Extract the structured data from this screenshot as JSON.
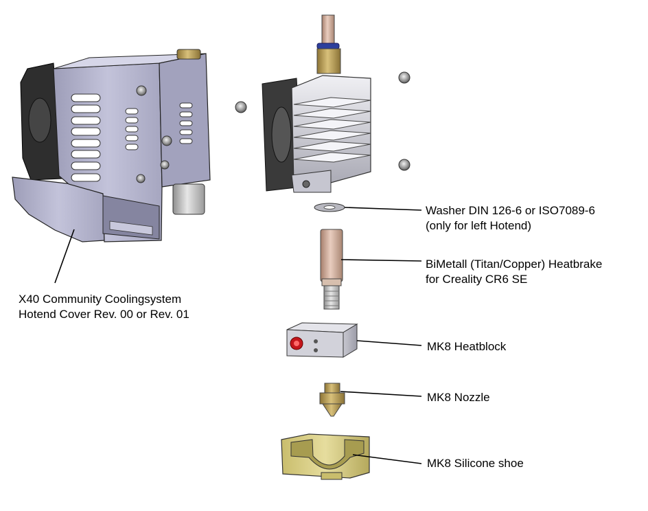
{
  "labels": {
    "cover_line1": "X40 Community Coolingsystem",
    "cover_line2": "Hotend Cover Rev. 00 or Rev. 01",
    "washer_line1": "Washer DIN 126-6 or ISO7089-6",
    "washer_line2": "(only for left Hotend)",
    "heatbrake_line1": "BiMetall (Titan/Copper) Heatbrake",
    "heatbrake_line2": "for Creality CR6 SE",
    "heatblock": "MK8 Heatblock",
    "nozzle": "MK8 Nozzle",
    "shoe": "MK8 Silicone shoe"
  },
  "colors": {
    "cover": "#b9b9d2",
    "cover_dark": "#7e7e98",
    "fan": "#3a3a3a",
    "heatsink": "#d4d4dc",
    "brass": "#b89b52",
    "copper": "#c9a394",
    "blue_ring": "#2d3f9c",
    "silicone": "#d9d08a",
    "leader": "#000000"
  }
}
